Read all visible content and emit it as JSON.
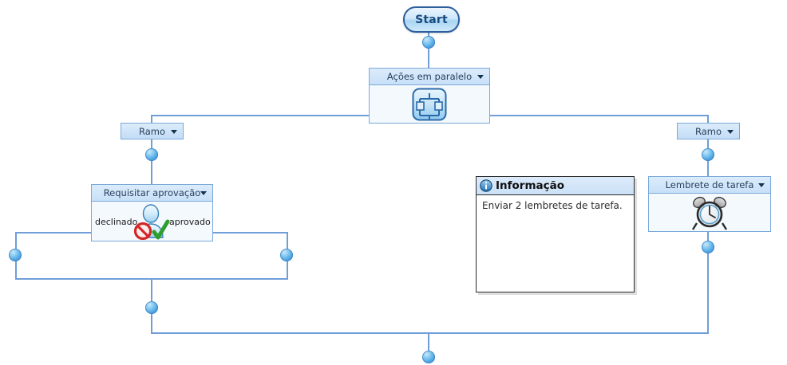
{
  "diagram": {
    "title": "Workflow designer canvas",
    "start": {
      "label": "Start",
      "name": "start-node"
    },
    "parallel": {
      "header": "Ações em paralelo",
      "icon": "parallel-actions-icon"
    },
    "branches": [
      {
        "label": "Ramo",
        "side": "left"
      },
      {
        "label": "Ramo",
        "side": "right"
      }
    ],
    "approval": {
      "header": "Requisitar aprovação",
      "icon": "approval-person-icon",
      "left_outcome": "declinado",
      "right_outcome": "aprovado"
    },
    "reminder": {
      "header": "Lembrete de tarefa",
      "icon": "alarm-clock-icon"
    },
    "info_window": {
      "title": "Informação",
      "icon": "info-icon",
      "message": "Enviar 2 lembretes de tarefa."
    },
    "colors": {
      "connector": "#6f9ed8",
      "box_border": "#7aa9da",
      "box_header_bg": "#cfe3f8",
      "box_body_bg": "#f4f9fe",
      "start_border": "#2d5f9e",
      "start_text": "#174a80",
      "info_border": "#2a2a2a"
    }
  }
}
